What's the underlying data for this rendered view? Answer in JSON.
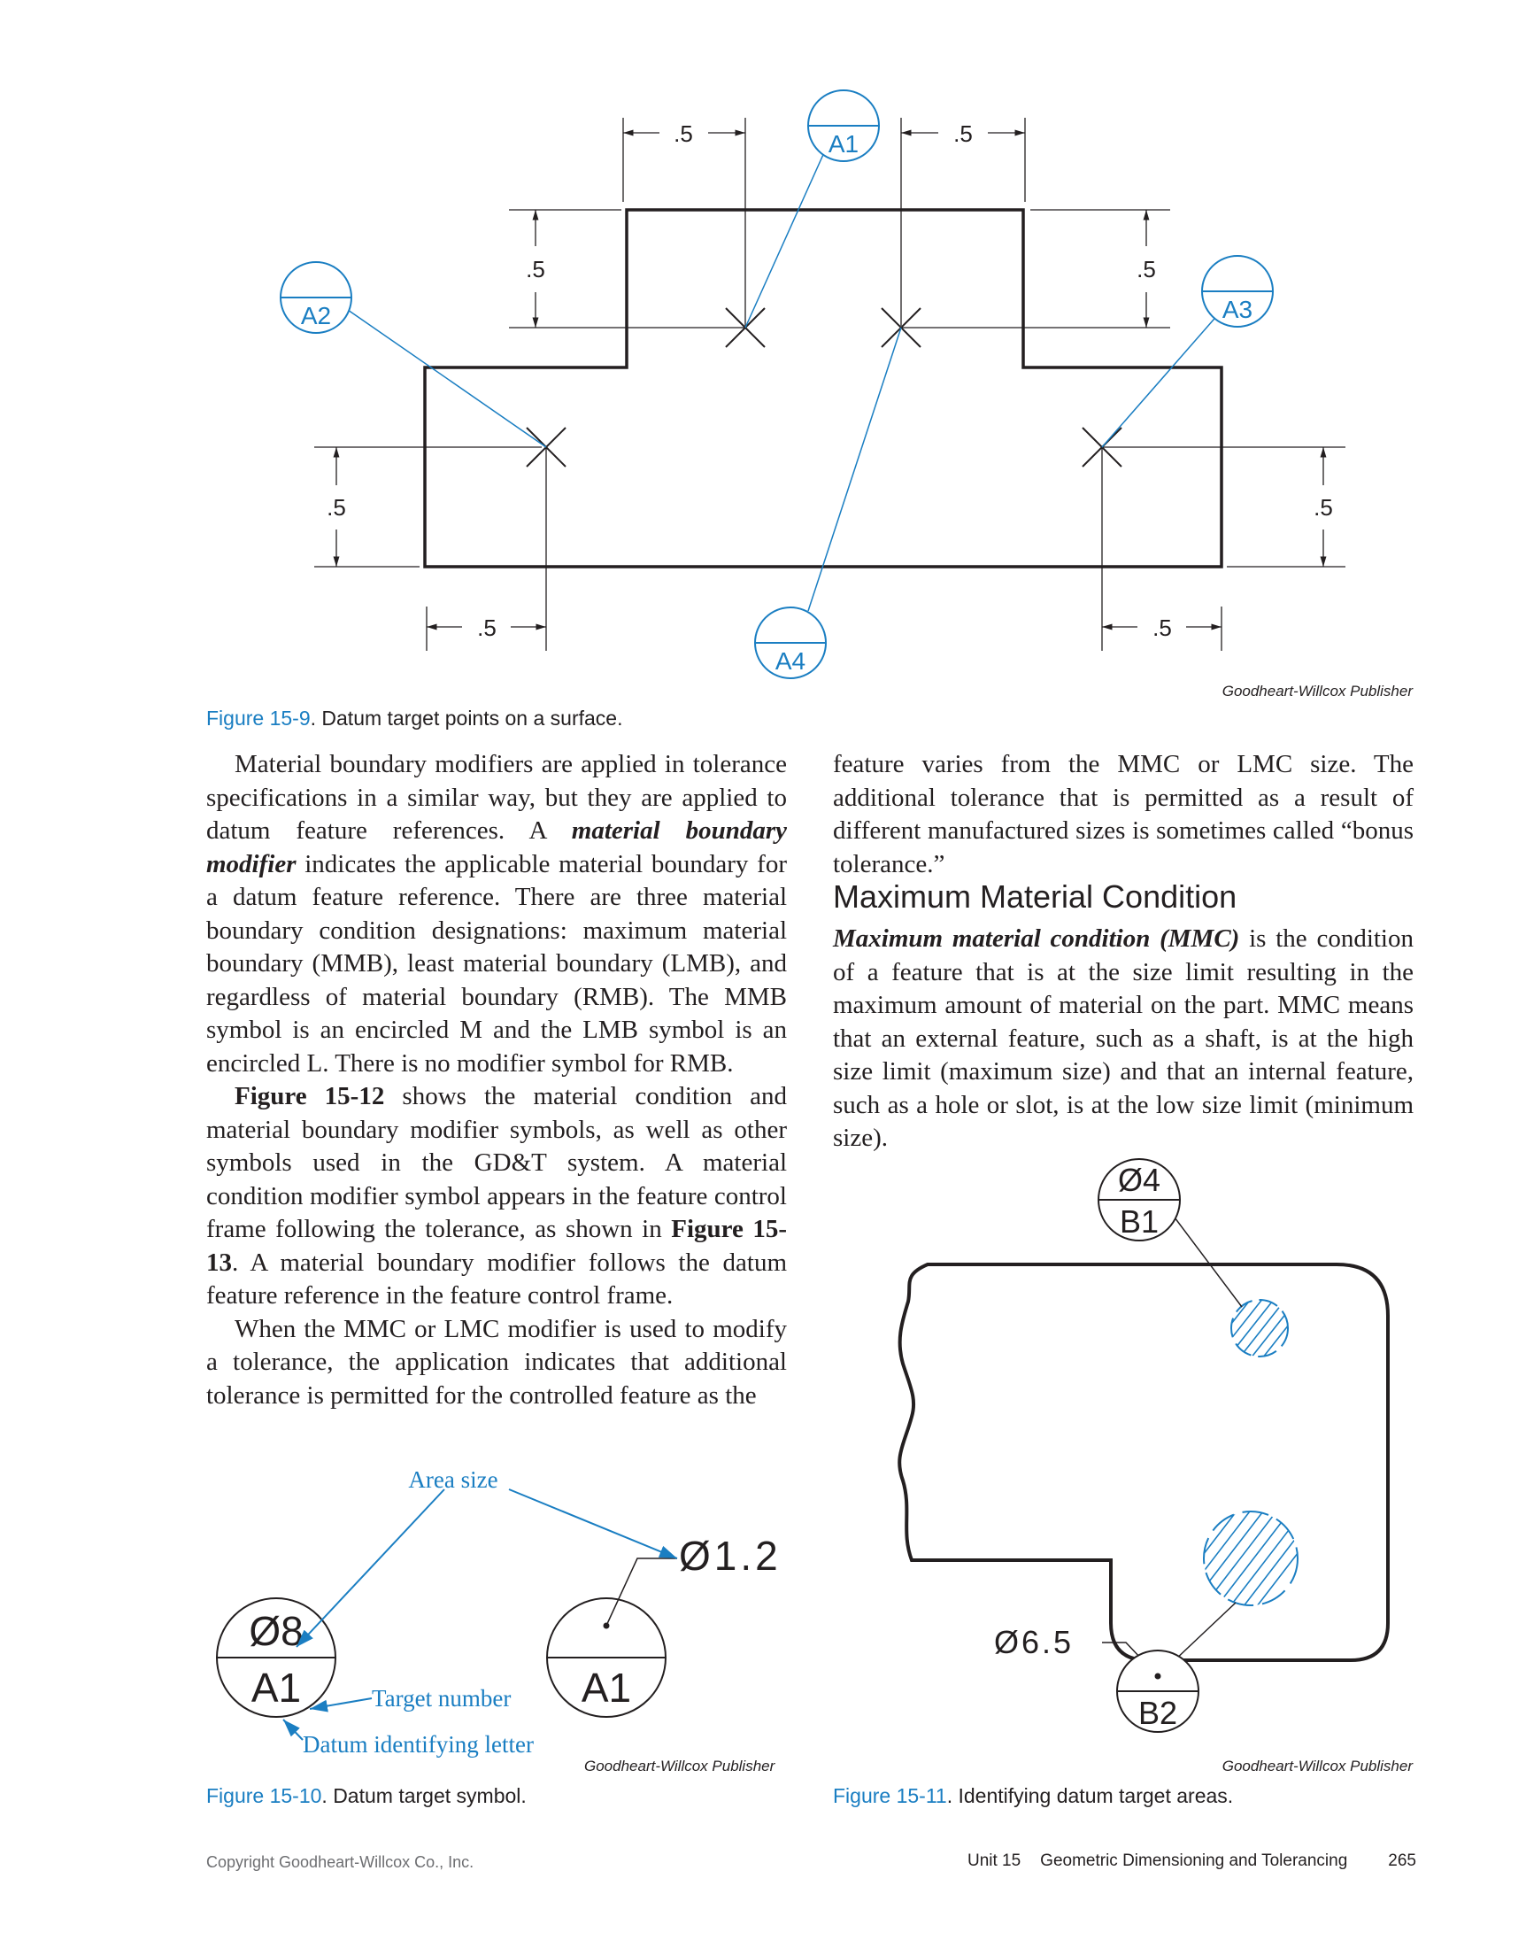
{
  "fig9": {
    "dims": [
      ".5",
      ".5",
      ".5",
      ".5",
      ".5",
      ".5",
      ".5",
      ".5"
    ],
    "targets": [
      "A1",
      "A2",
      "A3",
      "A4"
    ],
    "credit": "Goodheart-Willcox Publisher",
    "caption_label": "Figure 15-9",
    "caption_text": ". Datum target points on a surface."
  },
  "left_col": {
    "p1_a": "Material boundary modifiers are applied in tolerance specifications in a similar way, but they are applied to datum feature references. A ",
    "p1_term": "material boundary modifier",
    "p1_b": " indicates the applicable material boundary for a datum feature reference. There are three material boundary condition designations: maximum material boundary (MMB), least material boundary (LMB), and regardless of material boundary (RMB). The MMB symbol is an encircled M and the LMB symbol is an encircled L. There is no modifier symbol for RMB.",
    "p2_ref1": "Figure 15-12",
    "p2_a": " shows the material condition and material boundary modifier symbols, as well as other symbols used in the GD&T system. A material condition modifier symbol appears in the feature control frame following the tolerance, as shown in ",
    "p2_ref2": "Figure 15-13",
    "p2_b": ". A material boundary modifier follows the datum feature reference in the feature control frame.",
    "p3": "When the MMC or LMC modifier is used to modify a tolerance, the application indicates that additional tolerance is permitted for the controlled feature as the"
  },
  "right_col": {
    "p_cont": "feature varies from the MMC or LMC size. The additional tolerance that is permitted as a result of different manufactured sizes is sometimes called “bonus tolerance.”",
    "heading": "Maximum Material Condition",
    "p_term": "Maximum material condition (MMC)",
    "p_rest": " is the condition of a feature that is at the size limit resulting in the maximum amount of material on the part. MMC means that an external feature, such as a shaft, is at the high size limit (maximum size) and that an internal feature, such as a hole or slot, is at the low size limit (minimum size)."
  },
  "fig10": {
    "area_size": "Area size",
    "size_value": "Ø1.2",
    "sym1_top": "Ø8",
    "sym1_bottom": "A1",
    "sym2_bottom": "A1",
    "target_number": "Target number",
    "datum_letter": "Datum identifying letter",
    "credit": "Goodheart-Willcox Publisher",
    "caption_label": "Figure 15-10",
    "caption_text": ". Datum target symbol."
  },
  "fig11": {
    "b1_top": "Ø4",
    "b1_bottom": "B1",
    "size_label": "Ø6.5",
    "b2_bottom": "B2",
    "credit": "Goodheart-Willcox Publisher",
    "caption_label": "Figure 15-11",
    "caption_text": ". Identifying datum target areas."
  },
  "footer": {
    "copyright": "Copyright Goodheart-Willcox Co., Inc.",
    "unit": "Unit 15",
    "chapter": "Geometric Dimensioning and Tolerancing",
    "page": "265"
  },
  "colors": {
    "accent": "#1a7ec2",
    "ink": "#231f20"
  }
}
